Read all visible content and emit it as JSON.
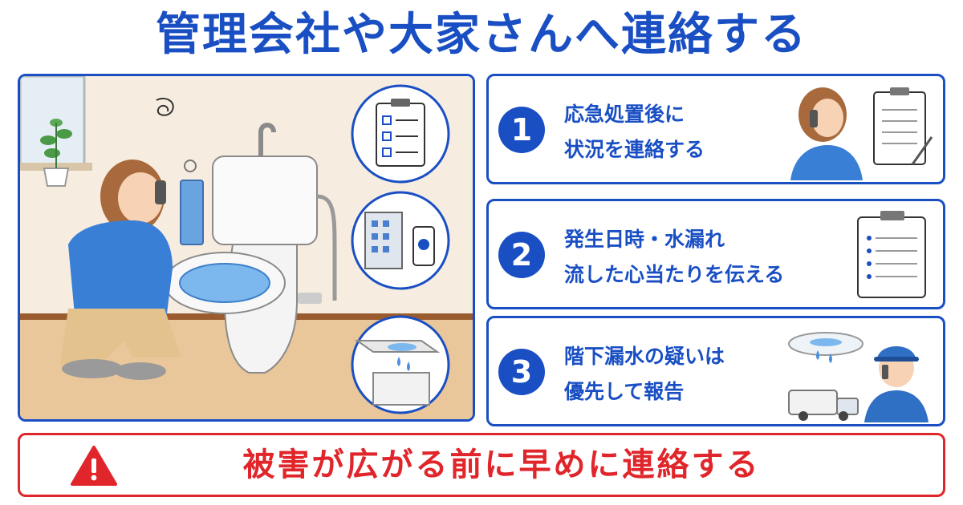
{
  "title": "管理会社や大家さんへ連絡する",
  "steps": [
    {
      "number": "1",
      "line1": "応急処置後に",
      "line2": "状況を連絡する"
    },
    {
      "number": "2",
      "line1": "発生日時・水漏れ",
      "line2": "流した心当たりを伝える"
    },
    {
      "number": "3",
      "line1": "階下漏水の疑いは",
      "line2": "優先して報告"
    }
  ],
  "banner": {
    "message": "被害が広がる前に早めに連絡する"
  },
  "colors": {
    "accent": "#1a4fc4",
    "warning": "#e0262b"
  }
}
